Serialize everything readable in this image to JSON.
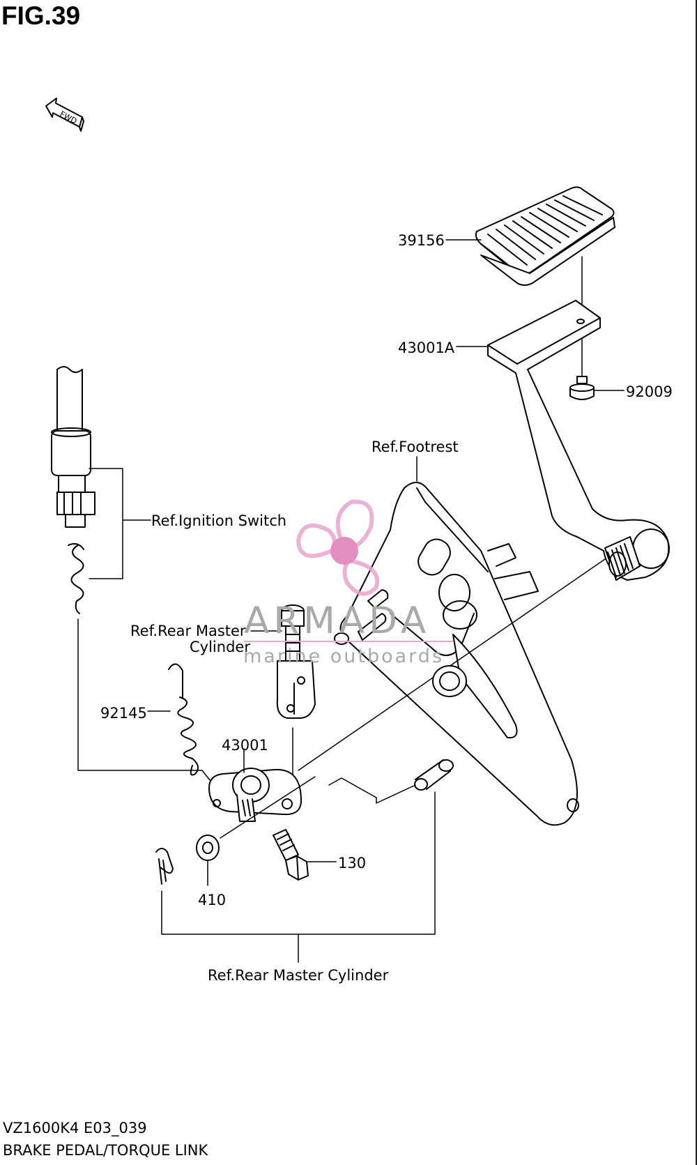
{
  "figure": {
    "title": "FIG.39",
    "model_code": "VZ1600K4 E03_039",
    "name": "BRAKE PEDAL/TORQUE LINK"
  },
  "direction_marker": {
    "text": "FWD",
    "icon": "fwd-arrow-icon"
  },
  "callouts": {
    "c39156": "39156",
    "c43001A": "43001A",
    "c92009": "92009",
    "ref_footrest": "Ref.Footrest",
    "ref_ignition": "Ref.Ignition Switch",
    "ref_rmc_top_1": "Ref.Rear Master",
    "ref_rmc_top_2": "Cylinder",
    "c92145": "92145",
    "c43001": "43001",
    "c130": "130",
    "c410": "410",
    "ref_rmc_bottom": "Ref.Rear Master Cylinder"
  },
  "watermark": {
    "brand": "ARMADA",
    "tagline": "marine outboards",
    "colors": {
      "logo": "#e8a6cc",
      "logo_center": "#e07ab4",
      "text": "#a9a9a9"
    }
  },
  "colors": {
    "line": "#000000",
    "background": "#ffffff"
  }
}
